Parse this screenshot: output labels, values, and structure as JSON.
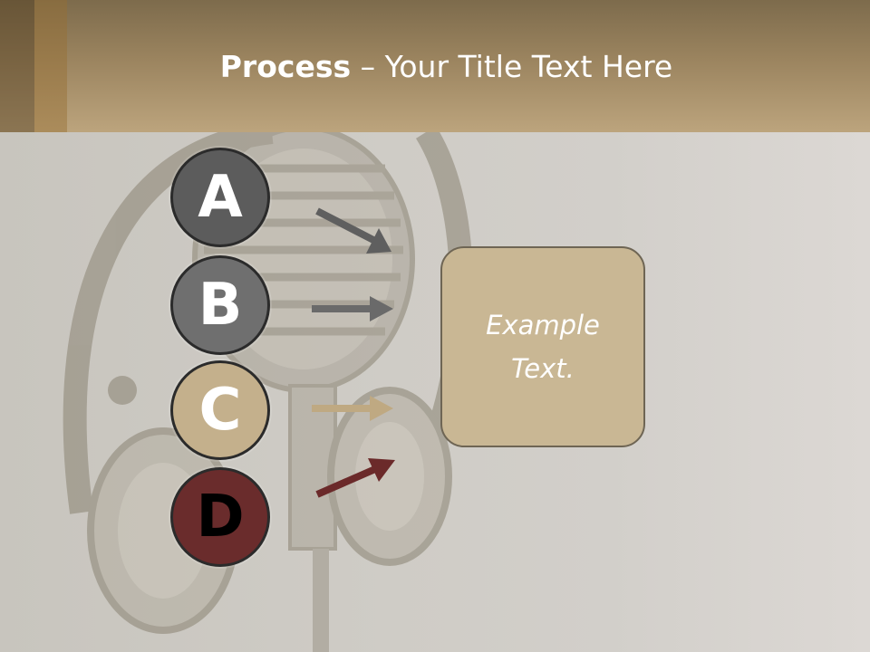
{
  "title": {
    "bold": "Process",
    "rest": " – Your Title Text Here"
  },
  "steps": [
    {
      "letter": "A",
      "color": "#5c5c5c",
      "arrow_color": "#5f5f5f"
    },
    {
      "letter": "B",
      "color": "#6f6f6f",
      "arrow_color": "#6a6a6a"
    },
    {
      "letter": "C",
      "color": "#c4b08c",
      "arrow_color": "#bfa982"
    },
    {
      "letter": "D",
      "color": "#6a2c2c",
      "arrow_color": "#6b2a2a"
    }
  ],
  "example_box": {
    "text": "Example Text."
  },
  "colors": {
    "header": "#9b845f",
    "box": "#c9b794",
    "background": "#cbc8c2"
  }
}
